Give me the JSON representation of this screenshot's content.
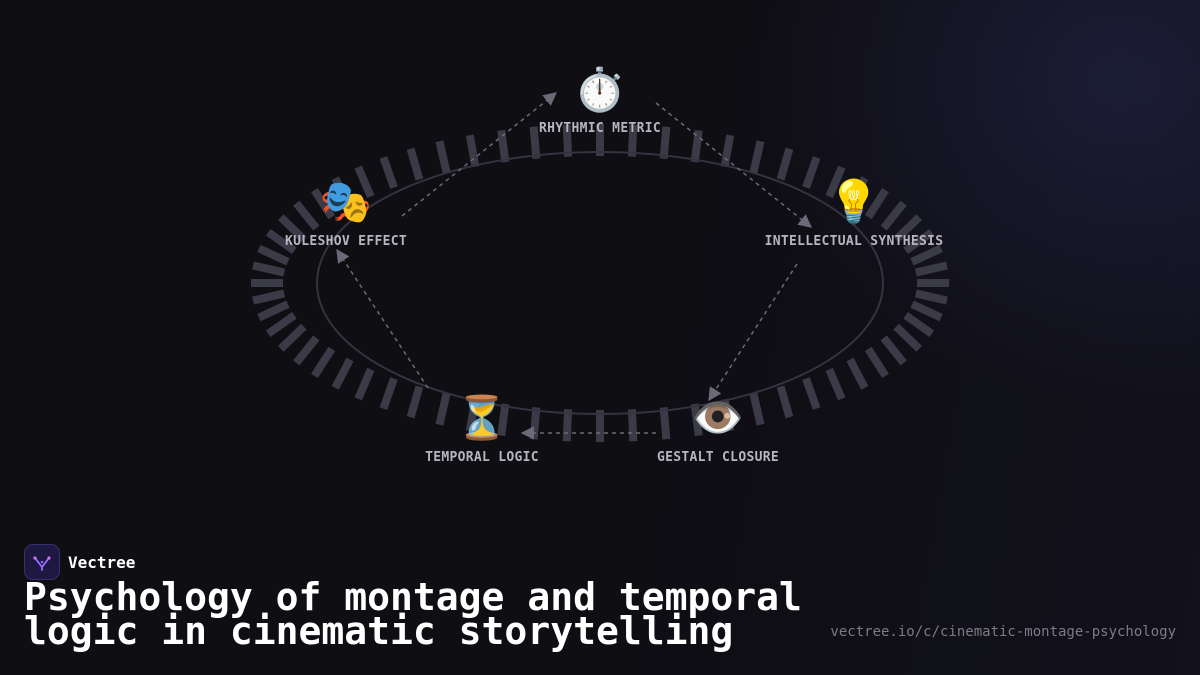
{
  "diagram": {
    "nodes": [
      {
        "id": "rhythmic",
        "icon": "stopwatch-icon",
        "glyph": "⏱️",
        "label": "RHYTHMIC METRIC"
      },
      {
        "id": "intellectual",
        "icon": "lightbulb-icon",
        "glyph": "💡",
        "label": "INTELLECTUAL SYNTHESIS"
      },
      {
        "id": "gestalt",
        "icon": "eye-icon",
        "glyph": "👁️",
        "label": "GESTALT CLOSURE"
      },
      {
        "id": "temporal",
        "icon": "hourglass-icon",
        "glyph": "⏳",
        "label": "TEMPORAL LOGIC"
      },
      {
        "id": "kuleshov",
        "icon": "theater-masks-icon",
        "glyph": "🎭",
        "label": "KULESHOV EFFECT"
      }
    ],
    "flow": [
      "kuleshov",
      "rhythmic",
      "intellectual",
      "gestalt",
      "temporal",
      "kuleshov"
    ],
    "ring_style": "film-strip"
  },
  "brand": {
    "name": "Vectree"
  },
  "title": "Psychology of montage and temporal logic in cinematic storytelling",
  "url": "vectree.io/c/cinematic-montage-psychology",
  "colors": {
    "background": "#0f0e13",
    "ring": "#3b3a47",
    "arrow": "#6b6a78",
    "label": "#b7b5c0",
    "logo_bg": "#1c1840",
    "logo_accent": "#a06cff"
  }
}
